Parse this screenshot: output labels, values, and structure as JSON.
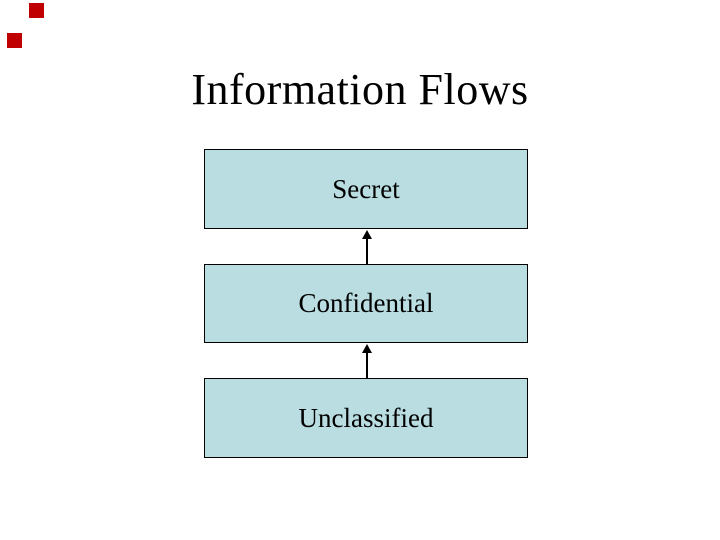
{
  "slide": {
    "title": "Information Flows",
    "diagram": {
      "type": "layered-flow",
      "flow_direction": "upward",
      "levels": [
        {
          "label": "Secret"
        },
        {
          "label": "Confidential"
        },
        {
          "label": "Unclassified"
        }
      ],
      "arrows": [
        {
          "from": "Confidential",
          "to": "Secret"
        },
        {
          "from": "Unclassified",
          "to": "Confidential"
        }
      ]
    },
    "artifacts": {
      "description": "two small red square placeholders in top-left corner",
      "icon": "red-square"
    },
    "colors": {
      "background": "#ffffff",
      "box_fill": "#b9dde1",
      "box_border": "#000000",
      "text": "#000000",
      "arrow": "#000000",
      "artifact_red": "#c00000"
    }
  }
}
